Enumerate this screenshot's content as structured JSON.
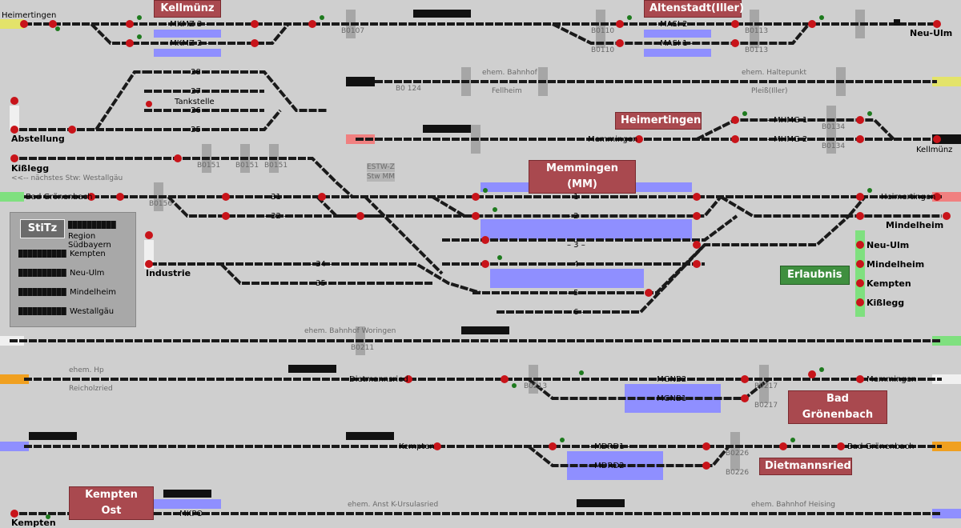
{
  "stations": {
    "kellmuenz": "Kellmünz",
    "altenstadt": "Altenstadt(Iller)",
    "heimertingen": "Heimertingen",
    "memmingen": "Memmingen (MM)",
    "bad_groenenbach": "Bad Grönenbach",
    "dietmannsried": "Dietmannsried",
    "kempten_ost": "Kempten Ost"
  },
  "tracks": {
    "mkmz3": "– MKMZ 3 –",
    "mkmz2": "– MKMZ 2 –",
    "masi2": "– MASI 2 –",
    "masi1": "– MASI 1 –",
    "t28": "– 28 –",
    "t27": "– 27 –",
    "t26": "– 26 –",
    "t25": "– 25 –",
    "tankstelle": "Tankstelle",
    "mhmg1": "– MHMG 1 –",
    "mhmg2": "– MHMG 2 –",
    "t31": "– 31 –",
    "t32": "– 32 –",
    "t34": "– 34 –",
    "t35": "– 35 –",
    "mm1": "– 1 –",
    "mm2": "– 2 –",
    "mm3": "– 3 –",
    "mm4": "– 4 –",
    "mm5": "– 5 –",
    "mm6": "– 6 –",
    "mgnb2": "– MGNB2 –",
    "mgnb1": "– MGNB1 –",
    "mdrd1": "– MDRD1 –",
    "mdrd2": "– MDRD2 –",
    "mkpo": "– MKPO –"
  },
  "labels": {
    "heimertingen_w": "Heimertingen",
    "neu_ulm_e": "Neu-Ulm",
    "abstellung": "Abstellung",
    "kisslegg": "Kißlegg",
    "next_stw": "<<-- nächstes Stw: Westallgäu",
    "bad_groenenbach_w": "Bad Grönenbach",
    "industrie": "Industrie",
    "memmingen_w": "Memmingen",
    "kellmuenz_e": "Kellmünz",
    "heimertingen_e": "Heimertingen",
    "mindelheim_e": "Mindelheim",
    "estw": "ESTW-Z",
    "stw_mm": "Stw MM",
    "dietmannsried_w": "Dietmannsried",
    "memmingen_e": "Memmingen",
    "kempten_w": "Kempten",
    "bad_groenenbach_e": "Bad Grönenbach",
    "kempten_sw": "Kempten"
  },
  "faint": {
    "ehem_bahnhof_fellheim": "ehem. Bahnhof",
    "fellheim": "Fellheim",
    "ehem_haltepunkt": "ehem. Haltepunkt",
    "pleiss": "Pleiß(Iller)",
    "ehem_bhf_woringen": "ehem. Bahnhof Woringen",
    "ehem_hp": "ehem. Hp",
    "reicholzried": "Reicholzried",
    "ehem_anst": "ehem. Anst K-Ursulasried",
    "ehem_heising": "ehem. Bahnhof Heising",
    "b0107": "B0107",
    "b0110a": "B0110",
    "b0110b": "B0110",
    "b0113a": "B0113",
    "b0113b": "B0113",
    "b0124": "B0 124",
    "b0134a": "B0134",
    "b0134b": "B0134",
    "b0151a": "B0151",
    "b0151b": "B0151",
    "b0151c": "B0151",
    "b0156": "B0156",
    "b0211": "B0211",
    "b0213": "B0213",
    "b0217a": "B0217",
    "b0217b": "B0217",
    "b0226a": "B0226",
    "b0226b": "B0226"
  },
  "legend": {
    "title": "StiTz",
    "items": [
      "Region Südbayern",
      "Kempten",
      "Neu-Ulm",
      "Mindelheim",
      "Westallgäu"
    ]
  },
  "erlaubnis": {
    "title": "Erlaubnis",
    "items": [
      "Neu-Ulm",
      "Mindelheim",
      "Kempten",
      "Kißlegg"
    ]
  },
  "colors": {
    "signal_red": "#c8141a",
    "signal_green": "#1e7a1e",
    "station_box": "#a9494f",
    "block_blue": "#8f8fff",
    "erlaubnis_green": "#3f8f3f"
  }
}
